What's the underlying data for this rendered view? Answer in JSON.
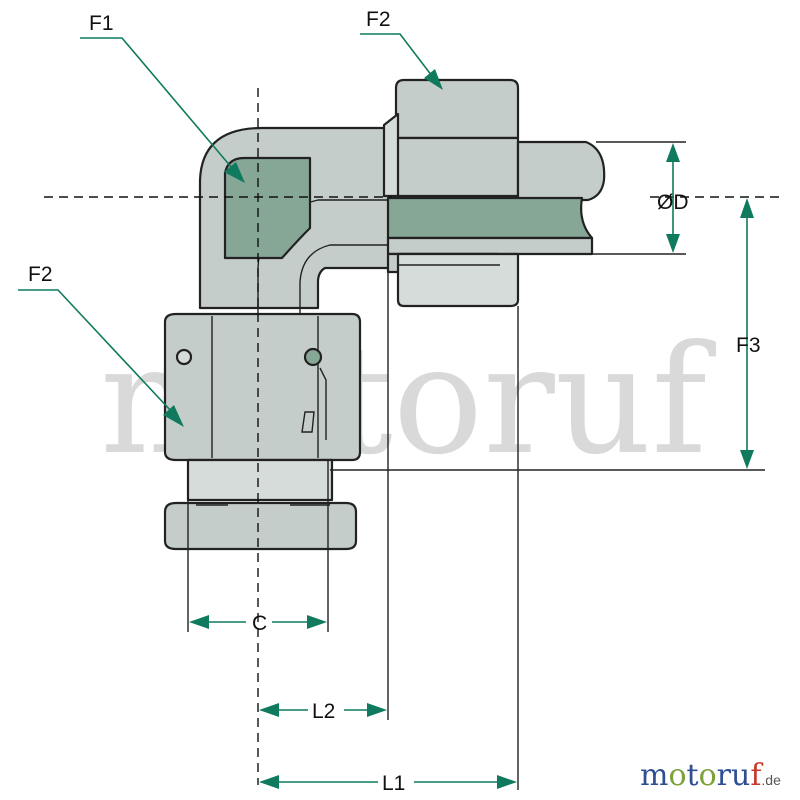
{
  "labels": {
    "f1": "F1",
    "f2_top": "F2",
    "f2_left": "F2",
    "f3": "F3",
    "od": "ØD",
    "c": "C",
    "l2": "L2",
    "l1": "L1"
  },
  "watermark": "motoruf",
  "logo": {
    "parts": [
      "m",
      "o",
      "t",
      "o",
      "r",
      "u",
      "f"
    ],
    "suffix": ".de"
  },
  "colors": {
    "metal": "#c5cdca",
    "metal_light": "#d6dcda",
    "insert": "#86a696",
    "dimension": "#0f7a5e",
    "outline": "#222222",
    "logo_blue": "#2f4f93",
    "logo_green": "#7ea23a",
    "logo_red": "#c63a2e"
  }
}
